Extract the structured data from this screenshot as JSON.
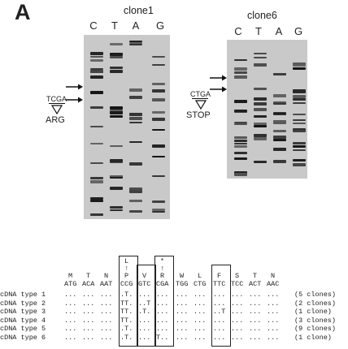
{
  "panel_label": "A",
  "gels": [
    {
      "title": "clone1",
      "lanes": [
        "C",
        "T",
        "A",
        "G"
      ],
      "mutation_codon": "TCGA",
      "mutation_effect": "ARG"
    },
    {
      "title": "clone6",
      "lanes": [
        "C",
        "T",
        "A",
        "G"
      ],
      "mutation_codon": "CTGA",
      "mutation_effect": "STOP"
    }
  ],
  "alignment": {
    "amino_acids": [
      "M",
      "T",
      "N",
      "P",
      "V",
      "R",
      "W",
      "L",
      "F",
      "S",
      "T",
      "N"
    ],
    "codons": [
      "ATG",
      "ACA",
      "AAT",
      "CCG",
      "GTC",
      "CGA",
      "TGG",
      "CTG",
      "TTC",
      "TCC",
      "ACT",
      "AAC"
    ],
    "variant_p": "L",
    "variant_r": "*",
    "rows": [
      {
        "label": "cDNA type 1",
        "cols": [
          "...",
          "...",
          "...",
          ".T.",
          "...",
          "...",
          "...",
          "...",
          "...",
          "...",
          "...",
          "..."
        ],
        "count": "(5 clones)"
      },
      {
        "label": "cDNA type 2",
        "cols": [
          "...",
          "...",
          "...",
          "TT.",
          "..T",
          "...",
          "...",
          "...",
          "...",
          "...",
          "...",
          "..."
        ],
        "count": "(2 clones)"
      },
      {
        "label": "cDNA type 3",
        "cols": [
          "...",
          "...",
          "...",
          "TT.",
          ".T.",
          "...",
          "...",
          "...",
          "..T",
          "...",
          "...",
          "..."
        ],
        "count": "(1 clone)"
      },
      {
        "label": "cDNA type 4",
        "cols": [
          "...",
          "...",
          "...",
          "TT.",
          "...",
          "...",
          "...",
          "...",
          "...",
          "...",
          "...",
          "..."
        ],
        "count": "(3 clones)"
      },
      {
        "label": "cDNA type 5",
        "cols": [
          "...",
          "...",
          "...",
          ".T.",
          "...",
          "...",
          "...",
          "...",
          "...",
          "...",
          "...",
          "..."
        ],
        "count": "(9 clones)"
      },
      {
        "label": "cDNA type 6",
        "cols": [
          "...",
          "...",
          "...",
          ".T.",
          "...",
          "T..",
          "...",
          "...",
          "...",
          "...",
          "...",
          "..."
        ],
        "count": "(1 clone)"
      }
    ]
  }
}
